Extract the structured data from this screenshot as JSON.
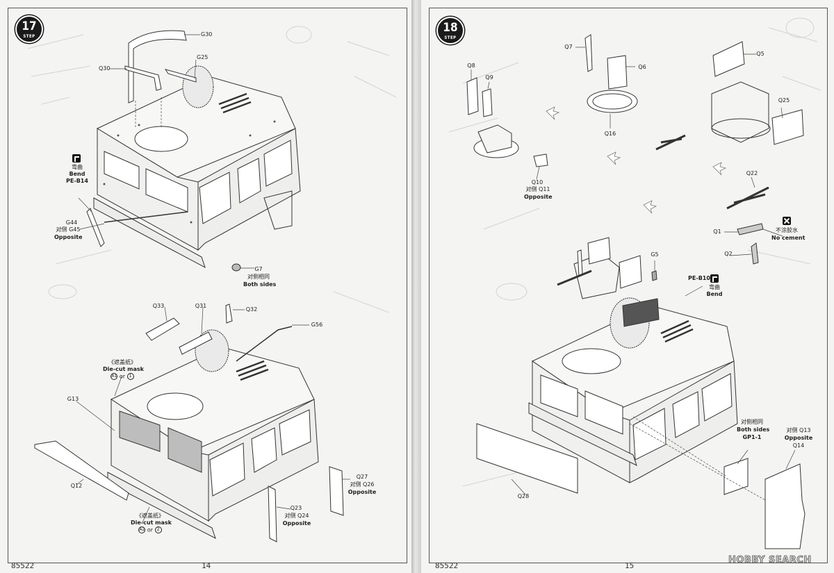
{
  "left_page": {
    "page_number": "14",
    "catalog_number": "85522",
    "step": {
      "number": "17",
      "word": "STEP"
    },
    "upper_callouts": {
      "g30": "G30",
      "q30": "Q30",
      "g25": "G25",
      "bend_cn": "弯曲",
      "bend_en": "Bend",
      "pe_b14": "PE-B14",
      "g44": "G44",
      "g45_cn": "对侧 G45",
      "opposite_1": "Opposite",
      "g7": "G7",
      "both_sides_cn": "对侧相同",
      "both_sides_en": "Both sides"
    },
    "lower_callouts": {
      "q33": "Q33",
      "q31": "Q31",
      "q32": "Q32",
      "g56": "G56",
      "mask_cn_1": "《遮盖纸》",
      "mask_en_1": "Die-cut mask",
      "mask_a1": "A1",
      "mask_or_1": "or",
      "mask_n1": "1",
      "g13": "G13",
      "q12": "Q12",
      "mask_cn_2": "《遮盖纸》",
      "mask_en_2": "Die-cut mask",
      "mask_a2": "A2",
      "mask_or_2": "or",
      "mask_n2": "2",
      "q23": "Q23",
      "q24_cn": "对侧 Q24",
      "opposite_2": "Opposite",
      "q27": "Q27",
      "q26_cn": "对侧 Q26",
      "opposite_3": "Opposite"
    }
  },
  "right_page": {
    "page_number": "15",
    "catalog_number": "85522",
    "step": {
      "number": "18",
      "word": "STEP"
    },
    "upper_callouts": {
      "q7": "Q7",
      "q6": "Q6",
      "q5": "Q5",
      "q8": "Q8",
      "q9": "Q9",
      "q25": "Q25",
      "q16": "Q16",
      "q10": "Q10",
      "q11_cn": "对侧 Q11",
      "opposite_1": "Opposite",
      "q22": "Q22",
      "no_cement_cn": "不涂胶水",
      "no_cement_en": "No cement",
      "q1": "Q1",
      "q2": "Q2"
    },
    "lower_callouts": {
      "g5": "G5",
      "pe_b10": "PE-B10",
      "bend_cn": "弯曲",
      "bend_en": "Bend",
      "both_sides_cn": "对侧相同",
      "both_sides_en": "Both sides",
      "gp1": "GP1-1",
      "q13_cn": "对侧 Q13",
      "opposite_2": "Opposite",
      "q14": "Q14",
      "q28": "Q28"
    }
  },
  "watermark": "HOBBY SEARCH"
}
